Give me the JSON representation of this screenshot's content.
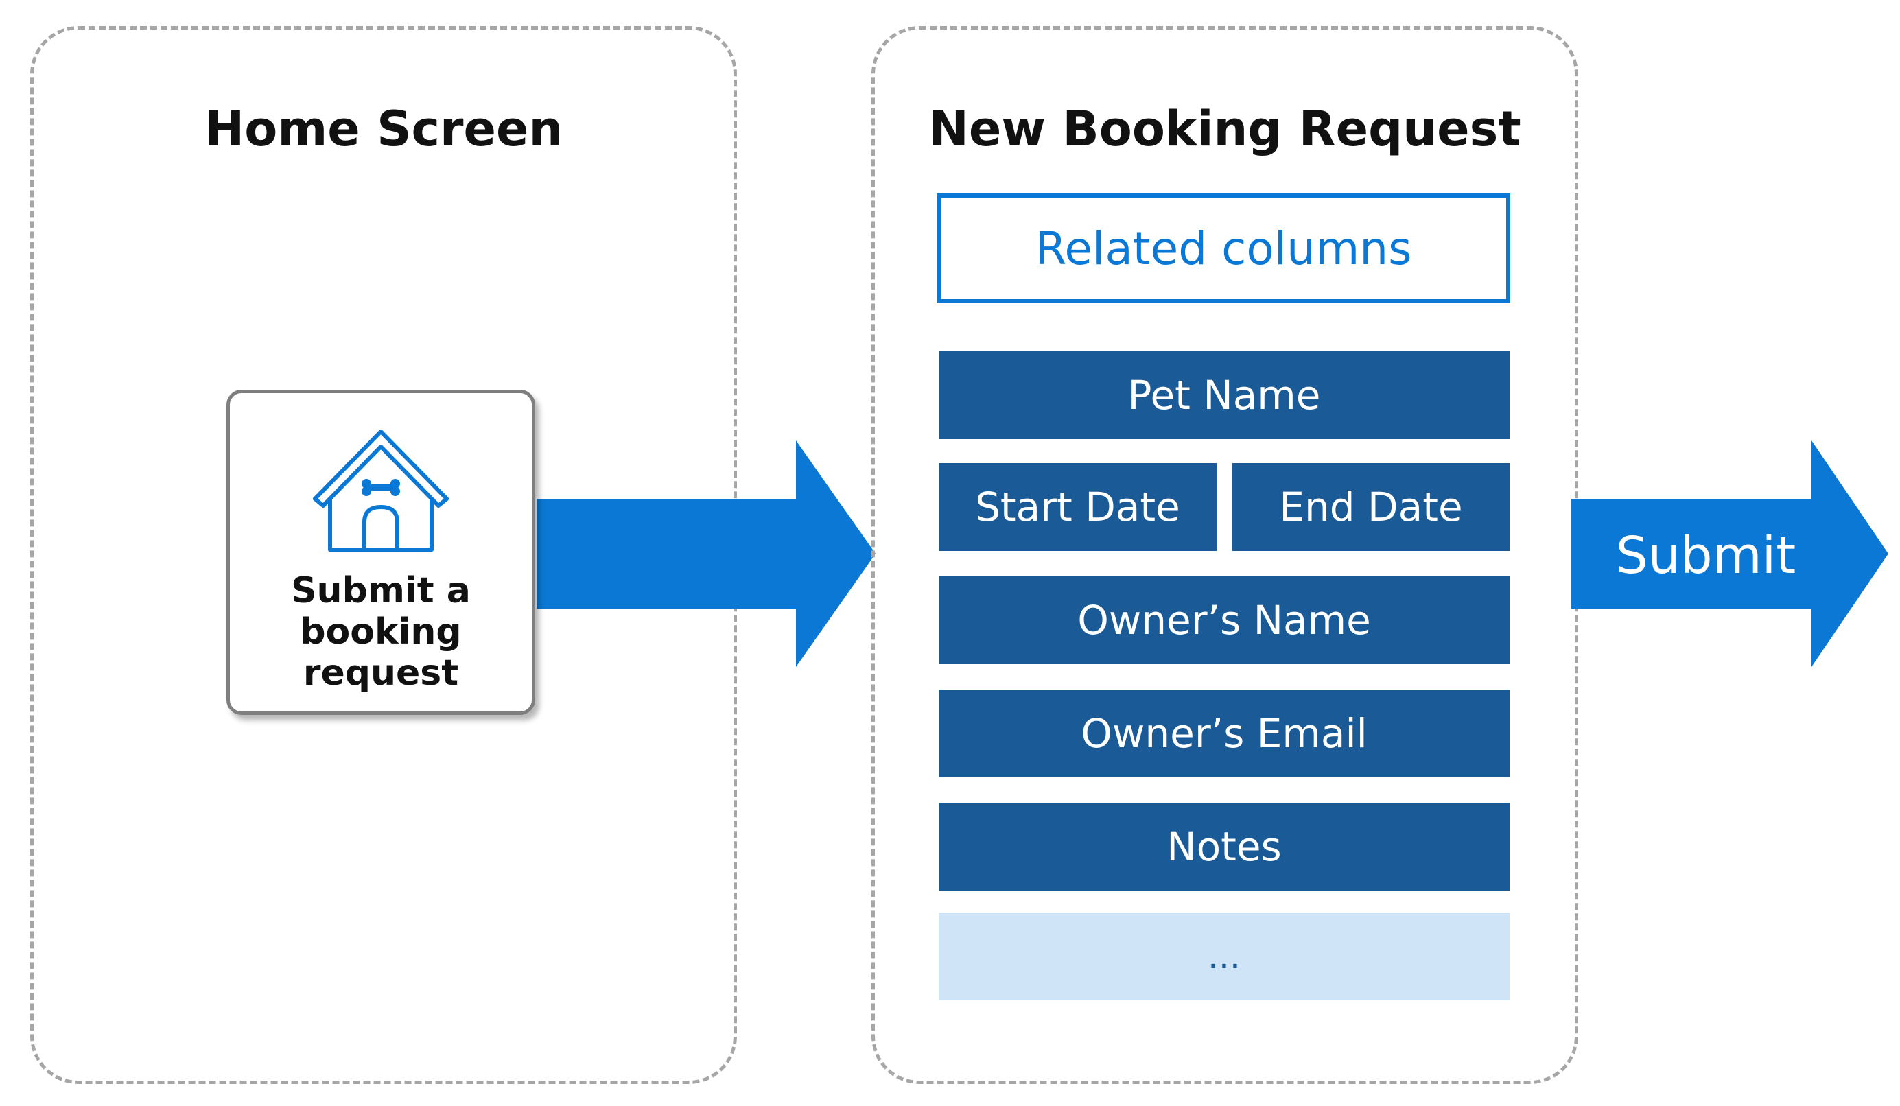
{
  "home": {
    "title": "Home Screen",
    "card_label": "Submit a\nbooking\nrequest",
    "card_icon": "dog-house-icon"
  },
  "form": {
    "title": "New Booking Request",
    "related": "Related columns",
    "fields": {
      "pet_name": "Pet Name",
      "start_date": "Start Date",
      "end_date": "End Date",
      "owner_name": "Owner’s Name",
      "owner_email": "Owner’s Email",
      "notes": "Notes",
      "more": "..."
    }
  },
  "submit": {
    "label": "Submit"
  },
  "colors": {
    "arrow": "#0a78d4",
    "field_fill": "#1a5a97",
    "related_border": "#0a78d4",
    "placeholder_fill": "#cfe4f7",
    "panel_border": "#a6a6a6"
  }
}
